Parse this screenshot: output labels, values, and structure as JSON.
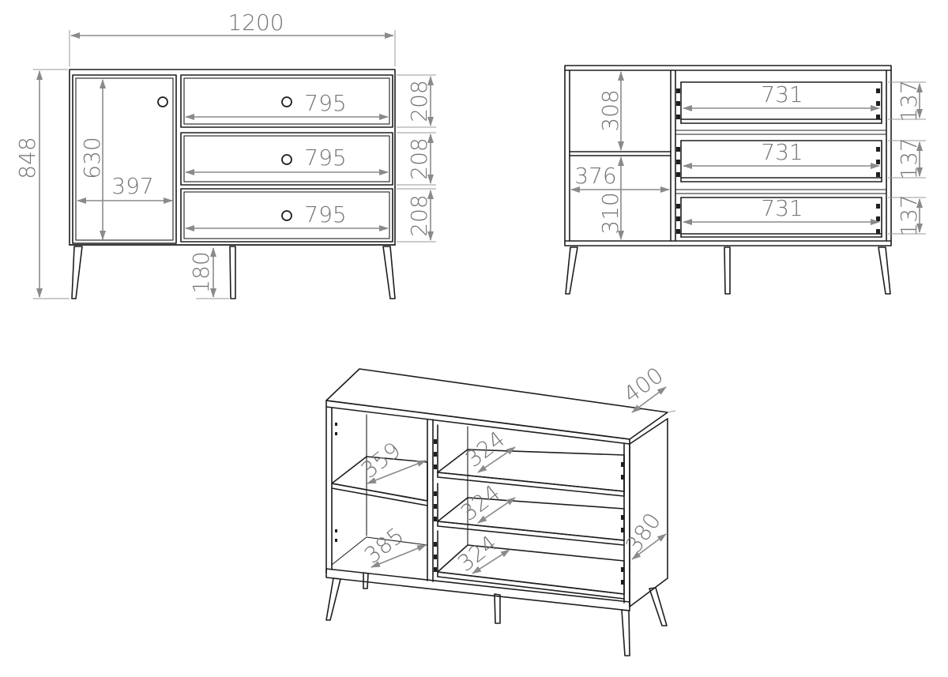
{
  "front_view": {
    "overall_width": "1200",
    "overall_height": "848",
    "door_height": "630",
    "door_width": "397",
    "drawer_widths": [
      "795",
      "795",
      "795"
    ],
    "drawer_heights": [
      "208",
      "208",
      "208"
    ],
    "leg_height": "180"
  },
  "interior_view": {
    "upper_compartment_height": "308",
    "compartment_width": "376",
    "lower_compartment_height": "310",
    "drawer_inner_widths": [
      "731",
      "731",
      "731"
    ],
    "drawer_inner_heights": [
      "137",
      "137",
      "137"
    ]
  },
  "perspective_view": {
    "depth": "400",
    "upper_shelf_depth": "359",
    "lower_shelf_depth": "385",
    "drawer_depths": [
      "324",
      "324",
      "324"
    ],
    "drawer_section_depth": "380"
  },
  "colors": {
    "outline": "#1e1e1e",
    "dimension": "#8a8a8a"
  }
}
